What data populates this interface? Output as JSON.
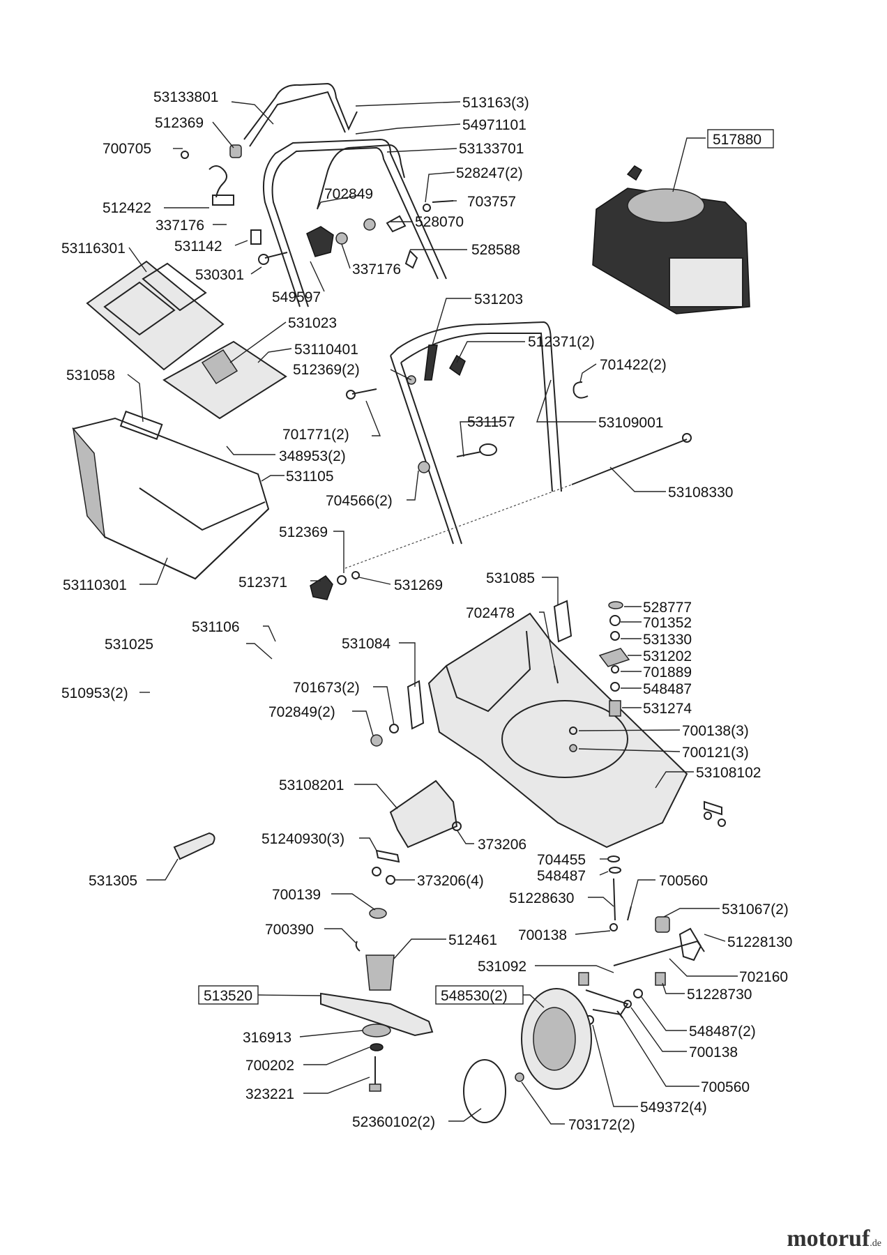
{
  "parts": [
    {
      "id": "p1",
      "label": "53133801"
    },
    {
      "id": "p2",
      "label": "513163(3)"
    },
    {
      "id": "p3",
      "label": "512369"
    },
    {
      "id": "p4",
      "label": "54971101"
    },
    {
      "id": "p5",
      "label": "700705"
    },
    {
      "id": "p6",
      "label": "53133701"
    },
    {
      "id": "p7",
      "label": "528247(2)"
    },
    {
      "id": "p8",
      "label": "702849"
    },
    {
      "id": "p9",
      "label": "703757"
    },
    {
      "id": "p10",
      "label": "512422"
    },
    {
      "id": "p11",
      "label": "528070"
    },
    {
      "id": "p12",
      "label": "337176"
    },
    {
      "id": "p13",
      "label": "531142"
    },
    {
      "id": "p14",
      "label": "53116301"
    },
    {
      "id": "p15",
      "label": "528588"
    },
    {
      "id": "p16",
      "label": "530301"
    },
    {
      "id": "p17",
      "label": "337176"
    },
    {
      "id": "p18",
      "label": "549597"
    },
    {
      "id": "p19",
      "label": "531203"
    },
    {
      "id": "p20",
      "label": "531023"
    },
    {
      "id": "p21",
      "label": "53110401"
    },
    {
      "id": "p22",
      "label": "512371(2)"
    },
    {
      "id": "p23",
      "label": "512369(2)"
    },
    {
      "id": "p24",
      "label": "701422(2)"
    },
    {
      "id": "p25",
      "label": "531058"
    },
    {
      "id": "p26",
      "label": "531157"
    },
    {
      "id": "p27",
      "label": "53109001"
    },
    {
      "id": "p28",
      "label": "701771(2)"
    },
    {
      "id": "p29",
      "label": "348953(2)"
    },
    {
      "id": "p30",
      "label": "531105"
    },
    {
      "id": "p31",
      "label": "704566(2)"
    },
    {
      "id": "p32",
      "label": "53108330"
    },
    {
      "id": "p33",
      "label": "512369"
    },
    {
      "id": "p34",
      "label": "53110301"
    },
    {
      "id": "p35",
      "label": "512371"
    },
    {
      "id": "p36",
      "label": "531269"
    },
    {
      "id": "p37",
      "label": "531085"
    },
    {
      "id": "p38",
      "label": "528777"
    },
    {
      "id": "p39",
      "label": "702478"
    },
    {
      "id": "p40",
      "label": "701352"
    },
    {
      "id": "p41",
      "label": "531106"
    },
    {
      "id": "p42",
      "label": "531330"
    },
    {
      "id": "p43",
      "label": "531025"
    },
    {
      "id": "p44",
      "label": "531084"
    },
    {
      "id": "p45",
      "label": "531202"
    },
    {
      "id": "p46",
      "label": "701889"
    },
    {
      "id": "p47",
      "label": "701673(2)"
    },
    {
      "id": "p48",
      "label": "548487"
    },
    {
      "id": "p49",
      "label": "510953(2)"
    },
    {
      "id": "p50",
      "label": "531274"
    },
    {
      "id": "p51",
      "label": "702849(2)"
    },
    {
      "id": "p52",
      "label": "700138(3)"
    },
    {
      "id": "p53",
      "label": "700121(3)"
    },
    {
      "id": "p54",
      "label": "53108102"
    },
    {
      "id": "p55",
      "label": "53108201"
    },
    {
      "id": "p56",
      "label": "51240930(3)"
    },
    {
      "id": "p57",
      "label": "373206"
    },
    {
      "id": "p58",
      "label": "704455"
    },
    {
      "id": "p59",
      "label": "548487"
    },
    {
      "id": "p60",
      "label": "531305"
    },
    {
      "id": "p61",
      "label": "373206(4)"
    },
    {
      "id": "p62",
      "label": "700560"
    },
    {
      "id": "p63",
      "label": "700139"
    },
    {
      "id": "p64",
      "label": "51228630"
    },
    {
      "id": "p65",
      "label": "531067(2)"
    },
    {
      "id": "p66",
      "label": "700390"
    },
    {
      "id": "p67",
      "label": "700138"
    },
    {
      "id": "p68",
      "label": "51228130"
    },
    {
      "id": "p69",
      "label": "512461"
    },
    {
      "id": "p70",
      "label": "531092"
    },
    {
      "id": "p71",
      "label": "702160"
    },
    {
      "id": "p72",
      "label": "51228730"
    },
    {
      "id": "p73",
      "label": "548487(2)"
    },
    {
      "id": "p74",
      "label": "316913"
    },
    {
      "id": "p75",
      "label": "700138"
    },
    {
      "id": "p76",
      "label": "700202"
    },
    {
      "id": "p77",
      "label": "700560"
    },
    {
      "id": "p78",
      "label": "323221"
    },
    {
      "id": "p79",
      "label": "549372(4)"
    },
    {
      "id": "p80",
      "label": "52360102(2)"
    },
    {
      "id": "p81",
      "label": "703172(2)"
    }
  ],
  "boxed_parts": [
    {
      "id": "b1",
      "label": "517880"
    },
    {
      "id": "b2",
      "label": "513520"
    },
    {
      "id": "b3",
      "label": "548530(2)"
    }
  ],
  "watermark": {
    "brand": "motoruf",
    "domain": ".de"
  }
}
